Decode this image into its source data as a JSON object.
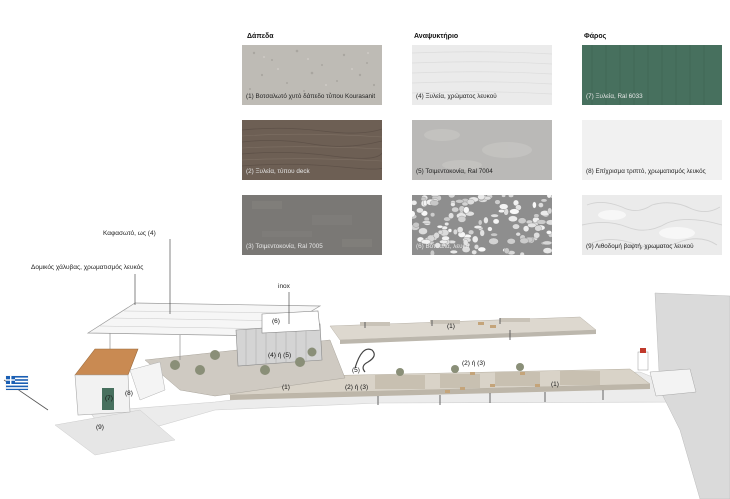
{
  "headings": {
    "floors": "Δάπεδα",
    "kiosk": "Αναψυκτήριο",
    "lighthouse": "Φάρος"
  },
  "swatches": [
    {
      "label": "(1) Βοτσαλωτό χυτό δάπεδο τύπου Kourasanit",
      "color": "#bdbab4"
    },
    {
      "label": "(2) Ξυλεία, τύπου deck",
      "color": "#6e6055"
    },
    {
      "label": "(3) Τσιμεντοκονία, Ral 7005",
      "color": "#7b7976"
    },
    {
      "label": "(4) Ξυλεία, χρώματος λευκού",
      "color": "#ececec"
    },
    {
      "label": "(5) Τσιμεντοκονία, Ral 7004",
      "color": "#b9b9b9"
    },
    {
      "label": "(6) Βότσαλα, λευκά",
      "color": "#a9a9a9"
    },
    {
      "label": "(7) Ξυλεία, Ral 6033",
      "color": "#47715f"
    },
    {
      "label": "(8) Επίχρισμα τριπτό, χρωματισμός λευκός",
      "color": "#f0f0f0"
    },
    {
      "label": "(9) Λιθοδομή βαφτή, χρωματος λευκού",
      "color": "#e9e9e9"
    }
  ],
  "callouts": {
    "roof": "Καφασωτό, ως (4)",
    "steel": "Δομικός χάλυβας, χρωματισμός λευκός",
    "inox": "inox"
  },
  "tags": {
    "t6": "(6)",
    "t45": "(4) ή (5)",
    "t1a": "(1)",
    "t1b": "(1)",
    "t1c": "(1)",
    "t5": "(5)",
    "t23a": "(2) ή (3)",
    "t23b": "(2) ή (3)",
    "t7": "(7)",
    "t8": "(8)",
    "t9": "(9)"
  }
}
